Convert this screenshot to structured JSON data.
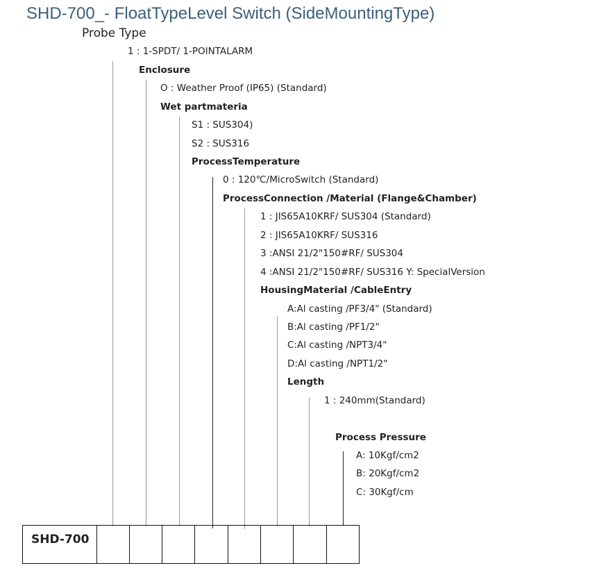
{
  "title": "SHD-700_- FloatTypeLevel Switch (SideMountingType)",
  "probe_type": {
    "label": "Probe Type",
    "options": [
      "1 : 1-SPDT/ 1-POINTALARM"
    ]
  },
  "enclosure": {
    "label": "Enclosure",
    "options": [
      "O : Weather Proof (IP65) (Standard)"
    ]
  },
  "wet_part": {
    "label": "Wet partmateria",
    "options": [
      "S1 : SUS304)",
      "S2 : SUS316"
    ]
  },
  "process_temperature": {
    "label": "ProcessTemperature",
    "options": [
      "0 : 120℃/MicroSwitch (Standard)"
    ]
  },
  "process_connection": {
    "label": "ProcessConnection /Material (Flange&Chamber)",
    "options": [
      "1 : JIS65A10KRF/ SUS304 (Standard)",
      "2 : JIS65A10KRF/ SUS316",
      "3 :ANSI 21/2\"150#RF/ SUS304",
      "4 :ANSI 21/2\"150#RF/ SUS316 Y: SpecialVersion"
    ]
  },
  "housing": {
    "label": "HousingMaterial /CableEntry",
    "options": [
      "A:Al casting /PF3/4\" (Standard)",
      "B:Al casting /PF1/2\"",
      "C:Al casting /NPT3/4\"",
      "D:Al casting /NPT1/2\""
    ]
  },
  "length": {
    "label": "Length",
    "options": [
      "1 : 240mm(Standard)"
    ]
  },
  "process_pressure": {
    "label": "Process Pressure",
    "options": [
      "A: 10Kgf/cm2",
      "B: 20Kgf/cm2",
      "C: 30Kgf/cm"
    ]
  },
  "model_code": "SHD-700"
}
